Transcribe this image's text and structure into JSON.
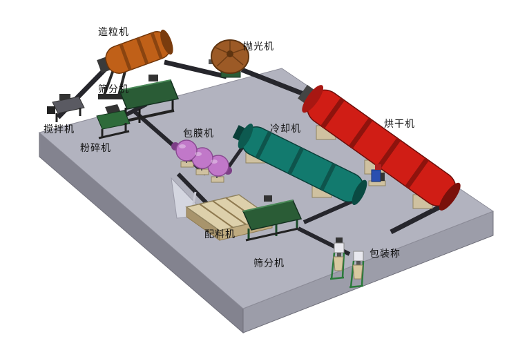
{
  "diagram": {
    "type": "3d-equipment-layout",
    "description": "Fertilizer production line 3D layout diagram",
    "background": "#ffffff"
  },
  "platform": {
    "top_color": "#b2b3bf",
    "front_color": "#83838f",
    "side_color": "#9c9da9",
    "edge_color": "#8d8d99"
  },
  "colors": {
    "granulator": "#c06018",
    "polisher": "#9c5a26",
    "screener": "#2a5c36",
    "mixer": "#5a5a62",
    "crusher": "#2e6b3a",
    "coater": "#c178c9",
    "cooler": "#127a6e",
    "dryer": "#d01d15",
    "batcher": "#ddd0ab",
    "conveyor": "#26262c",
    "foundation": "#cfc1a0",
    "elevator": "#2a4fb0"
  },
  "labels": [
    {
      "id": "granulator",
      "text": "造粒机"
    },
    {
      "id": "polisher",
      "text": "抛光机"
    },
    {
      "id": "screener-upper",
      "text": "筛分机"
    },
    {
      "id": "mixer",
      "text": "搅拌机"
    },
    {
      "id": "crusher",
      "text": "粉碎机"
    },
    {
      "id": "coater",
      "text": "包膜机"
    },
    {
      "id": "cooler",
      "text": "冷却机"
    },
    {
      "id": "dryer",
      "text": "烘干机"
    },
    {
      "id": "batcher",
      "text": "配料机"
    },
    {
      "id": "screener-lower",
      "text": "筛分机"
    },
    {
      "id": "packer",
      "text": "包装称"
    }
  ]
}
